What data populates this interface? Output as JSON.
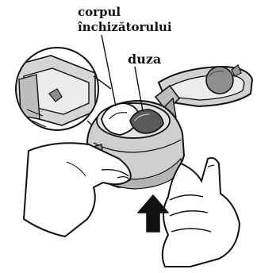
{
  "labels": {
    "closure_body_line1": "corpul",
    "closure_body_line2": "închizătorului",
    "nozzle": "duza"
  },
  "colors": {
    "ink": "#111111",
    "light_gray": "#c8c8c8",
    "mid_gray": "#a9a9a9",
    "dark_gray": "#6e6e6e",
    "arrow": "#111111",
    "background": "#ffffff"
  }
}
